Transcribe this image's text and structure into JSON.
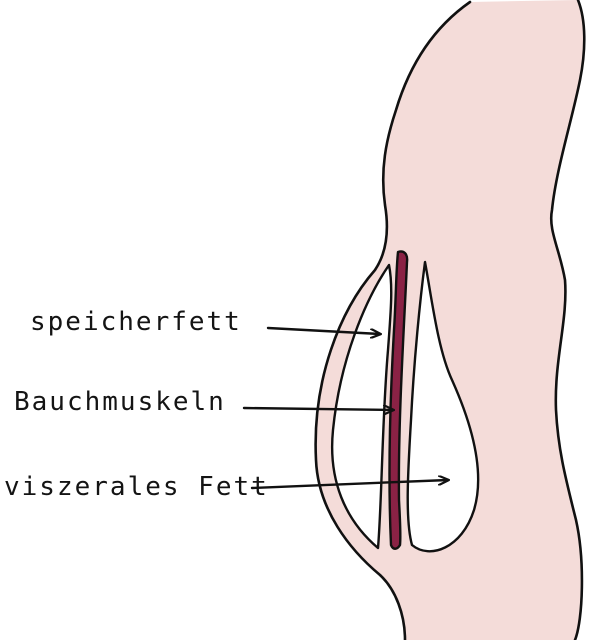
{
  "labels": {
    "storage_fat": "speicherfett",
    "abdominal_muscles": "Bauchmuskeln",
    "visceral_fat": "viszerales Fett"
  },
  "colors": {
    "skin": "#f4dcd9",
    "muscle": "#8a2245",
    "outline": "#111111",
    "background": "#ffffff"
  }
}
